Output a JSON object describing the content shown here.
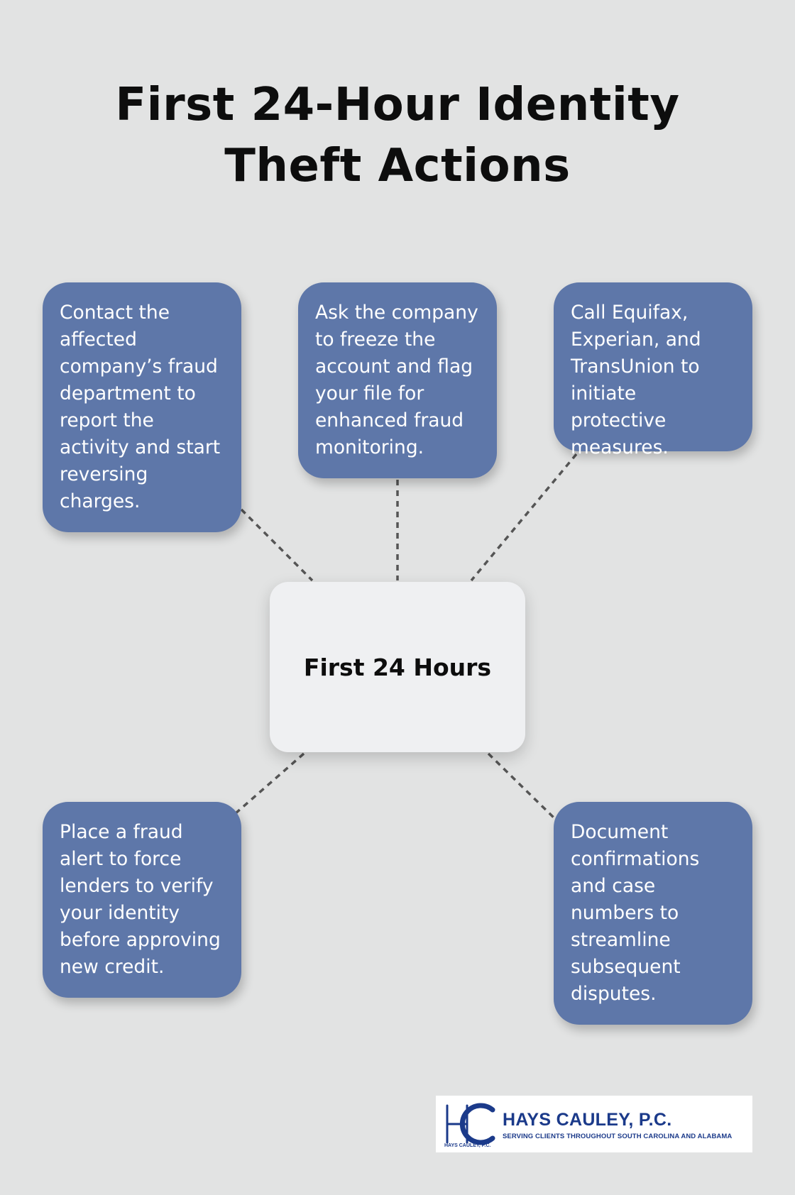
{
  "title": "First 24-Hour Identity Theft Actions",
  "center": {
    "label": "First 24 Hours"
  },
  "steps": [
    {
      "text": "Contact the affected company’s fraud department to report the activity and start reversing charges."
    },
    {
      "text": "Ask the company to freeze the account and flag your file for enhanced fraud monitoring."
    },
    {
      "text": "Call Equifax, Experian, and TransUnion to initiate protective measures."
    },
    {
      "text": "Place a fraud alert to force lenders to verify your identity before approving new credit."
    },
    {
      "text": "Document confirmations and case numbers to streamline subsequent disputes."
    }
  ],
  "logo": {
    "monogram": "HC",
    "name": "HAYS CAULEY, P.C.",
    "tagline": "SERVING CLIENTS THROUGHOUT SOUTH CAROLINA AND ALABAMA",
    "small_text": "HAYS CAULEY, P.C."
  },
  "colors": {
    "background": "#e2e3e3",
    "card": "#5e77a9",
    "center_card": "#eff0f2",
    "connector": "#555555",
    "brand": "#1b3a8a"
  }
}
